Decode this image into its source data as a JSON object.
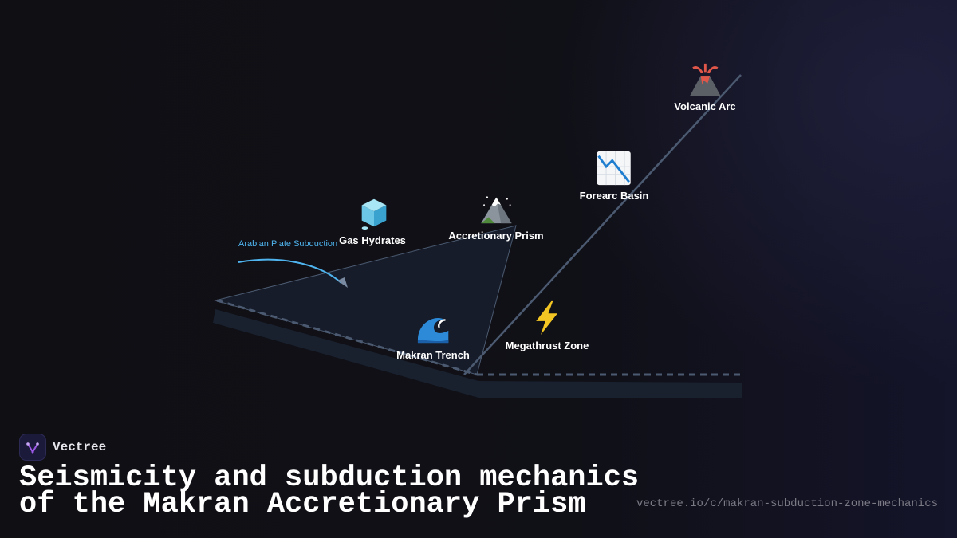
{
  "diagram": {
    "subduction_label": "Arabian Plate Subduction",
    "nodes": [
      {
        "id": "gas-hydrates",
        "label": "Gas Hydrates",
        "icon": "ice-cube-icon"
      },
      {
        "id": "accretionary-prism",
        "label": "Accretionary Prism",
        "icon": "snow-mountain-icon"
      },
      {
        "id": "forearc-basin",
        "label": "Forearc Basin",
        "icon": "chart-decreasing-icon"
      },
      {
        "id": "volcanic-arc",
        "label": "Volcanic Arc",
        "icon": "volcano-icon"
      },
      {
        "id": "makran-trench",
        "label": "Makran Trench",
        "icon": "water-wave-icon"
      },
      {
        "id": "megathrust-zone",
        "label": "Megathrust Zone",
        "icon": "lightning-icon"
      }
    ],
    "colors": {
      "plate_top": "#161c2a",
      "plate_side": "#1a2130",
      "plate_edge": "#4b5a70",
      "subduction_arrow": "#4fb4ee",
      "slab_line": "#4b5a70"
    }
  },
  "footer": {
    "brand": "Vectree",
    "title_line1": "Seismicity and subduction mechanics",
    "title_line2": "of the Makran Accretionary Prism",
    "url": "vectree.io/c/makran-subduction-zone-mechanics"
  }
}
